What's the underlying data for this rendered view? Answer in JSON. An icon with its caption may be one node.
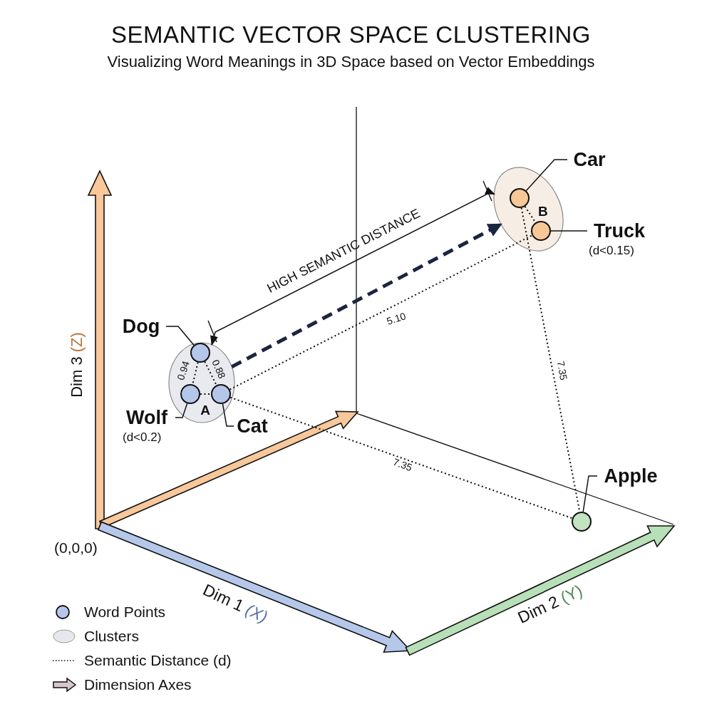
{
  "diagram": {
    "title": "SEMANTIC VECTOR SPACE CLUSTERING",
    "caption": "Visualizing Word Meanings in 3D Space based on Vector Embeddings",
    "nodes": [
      {
        "text": [
          "A"
        ]
      },
      {
        "text": [],
        "shape": "circle",
        "in": 0
      },
      {
        "text": [],
        "shape": "circle",
        "in": 0
      },
      {
        "text": [],
        "shape": "circle",
        "in": 0
      },
      {
        "text": [
          "B"
        ]
      },
      {
        "text": [],
        "shape": "circle",
        "in": 4
      },
      {
        "text": [],
        "shape": "circle",
        "in": 4
      },
      {
        "text": [],
        "shape": "circle"
      },
      {
        "text": [
          "Dog"
        ]
      },
      {
        "text": [
          "Wolf"
        ],
        "beside": [
          "(d<0.2)"
        ]
      },
      {
        "text": [
          "Cat"
        ]
      },
      {
        "text": [
          "Car"
        ]
      },
      {
        "text": [
          "Truck"
        ],
        "beside": [
          "(d<0.15)"
        ]
      },
      {
        "text": [
          "Apple"
        ]
      }
    ],
    "edges": [
      {
        "from": 8,
        "to": 1,
        "arrow": "none"
      },
      {
        "from": 9,
        "to": 2,
        "arrow": "none"
      },
      {
        "from": 10,
        "to": 3,
        "arrow": "none"
      },
      {
        "from": 11,
        "to": 5,
        "arrow": "none"
      },
      {
        "from": 12,
        "to": 6,
        "arrow": "none"
      },
      {
        "from": 13,
        "to": 7,
        "arrow": "none"
      },
      {
        "from": 1,
        "to": 2,
        "arrow": "none",
        "style": "dashed",
        "label": "0.94"
      },
      {
        "from": 1,
        "to": 3,
        "arrow": "none",
        "style": "dashed",
        "label": "0.88"
      },
      {
        "from": 2,
        "to": 3,
        "arrow": "none",
        "style": "dashed"
      },
      {
        "from": 5,
        "to": 6,
        "arrow": "none",
        "style": "dashed"
      },
      {
        "from": 3,
        "to": 6,
        "arrow": "none",
        "style": "dashed",
        "label": "5.10"
      },
      {
        "from": 3,
        "to": 7,
        "arrow": "none",
        "style": "dashed",
        "label": "7.35"
      },
      {
        "from": 5,
        "to": 7,
        "arrow": "none",
        "style": "dashed",
        "label": "7.35"
      },
      {
        "from": 0,
        "to": 4,
        "arrow": "to",
        "style": "dashed",
        "color": "#1b2540"
      },
      {
        "from": 0,
        "to": 4,
        "arrow": "both",
        "label": "HIGH SEMANTIC DISTANCE"
      }
    ],
    "labels": [
      "Dim 3",
      "(Z)",
      "(0,0,0)",
      "Dim 1",
      "(X)",
      "Dim 2",
      "(Y)"
    ],
    "legend": [
      {
        "text": "Word Points"
      },
      {
        "text": "Clusters"
      },
      {
        "text": "Semantic Distance (d)"
      },
      {
        "text": "Dimension Axes"
      }
    ]
  }
}
